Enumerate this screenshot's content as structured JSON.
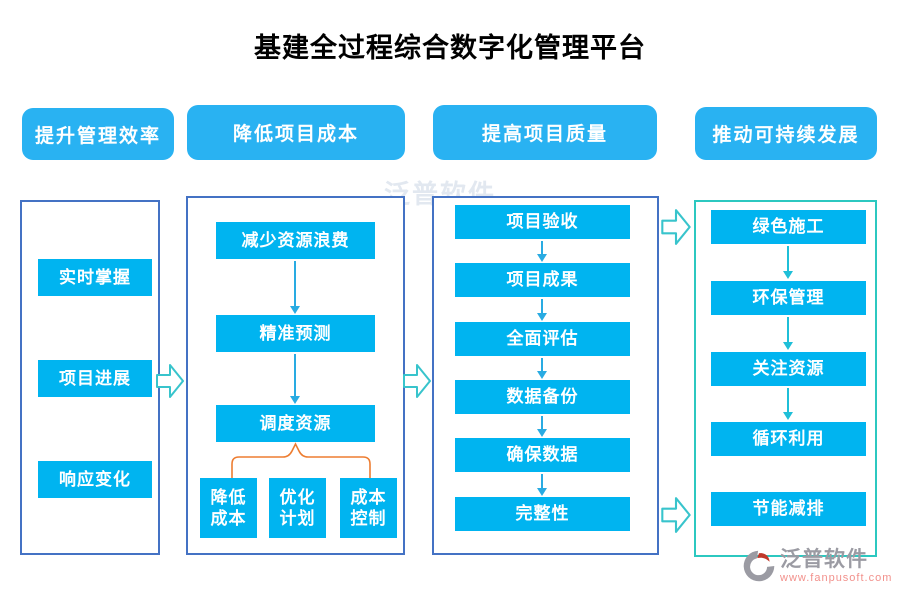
{
  "title": "基建全过程综合数字化管理平台",
  "columns": [
    {
      "header": "提升管理效率",
      "items": [
        "实时掌握",
        "项目进展",
        "响应变化"
      ]
    },
    {
      "header": "降低项目成本",
      "flow": [
        "减少资源浪费",
        "精准预测",
        "调度资源"
      ],
      "branches": [
        "降低成本",
        "优化计划",
        "成本控制"
      ]
    },
    {
      "header": "提高项目质量",
      "flow": [
        "项目验收",
        "项目成果",
        "全面评估",
        "数据备份",
        "确保数据",
        "完整性"
      ]
    },
    {
      "header": "推动可持续发展",
      "flow": [
        "绿色施工",
        "环保管理",
        "关注资源",
        "循环利用",
        "节能减排"
      ]
    }
  ],
  "watermark": {
    "brand": "泛普软件",
    "url": "www.fanpusoft.com"
  },
  "colors": {
    "title_color": "#000000",
    "header_bg": "#29b2f2",
    "item_bg": "#00b4f0",
    "frame_blue": "#4472c4",
    "frame_teal": "#2cc8c0",
    "flow_arrow_blue": "#29abe2",
    "flow_arrow_teal": "#1fbfd8",
    "branch_line": "#ed7d31",
    "hollow_arrow": "#38c4cc",
    "brand_grey": "#9b9ba3",
    "brand_red": "#c0392b",
    "url_color": "#f2918c"
  }
}
